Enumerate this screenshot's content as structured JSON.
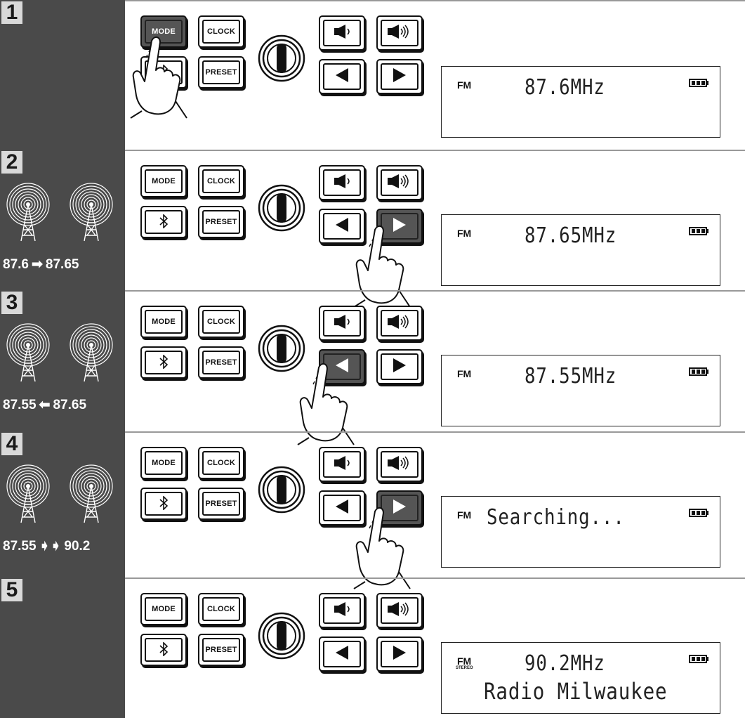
{
  "buttons": {
    "mode": "MODE",
    "clock": "CLOCK",
    "preset": "PRESET",
    "bluetooth_icon": "bluetooth-icon",
    "vol_down_icon": "speaker-low-icon",
    "vol_up_icon": "speaker-high-icon",
    "prev_icon": "left-triangle-icon",
    "next_icon": "right-triangle-icon",
    "knob_icon": "power-knob-icon"
  },
  "colors": {
    "side_panel": "#4a4a4a",
    "badge": "#d9d9d9",
    "pressed": "#555555"
  },
  "steps": [
    {
      "number": "1",
      "display": {
        "band": "FM",
        "stereo": "",
        "main": "87.6MHz",
        "sub": ""
      },
      "pressed": "mode",
      "freq": null
    },
    {
      "number": "2",
      "display": {
        "band": "FM",
        "stereo": "",
        "main": "87.65MHz",
        "sub": ""
      },
      "pressed": "next",
      "freq": {
        "from": "87.6",
        "arrow": "➡",
        "to": "87.65"
      }
    },
    {
      "number": "3",
      "display": {
        "band": "FM",
        "stereo": "",
        "main": "87.55MHz",
        "sub": ""
      },
      "pressed": "prev",
      "freq": {
        "from": "87.55",
        "arrow": "⬅",
        "to": "87.65"
      }
    },
    {
      "number": "4",
      "display": {
        "band": "FM",
        "stereo": "",
        "main": "Searching...",
        "sub": ""
      },
      "pressed": "next",
      "freq": {
        "from": "87.55",
        "arrow": "➧➧",
        "to": "90.2"
      }
    },
    {
      "number": "5",
      "display": {
        "band": "FM",
        "stereo": "STEREO",
        "main": "90.2MHz",
        "sub": "Radio Milwaukee"
      },
      "pressed": "",
      "freq": null
    }
  ]
}
